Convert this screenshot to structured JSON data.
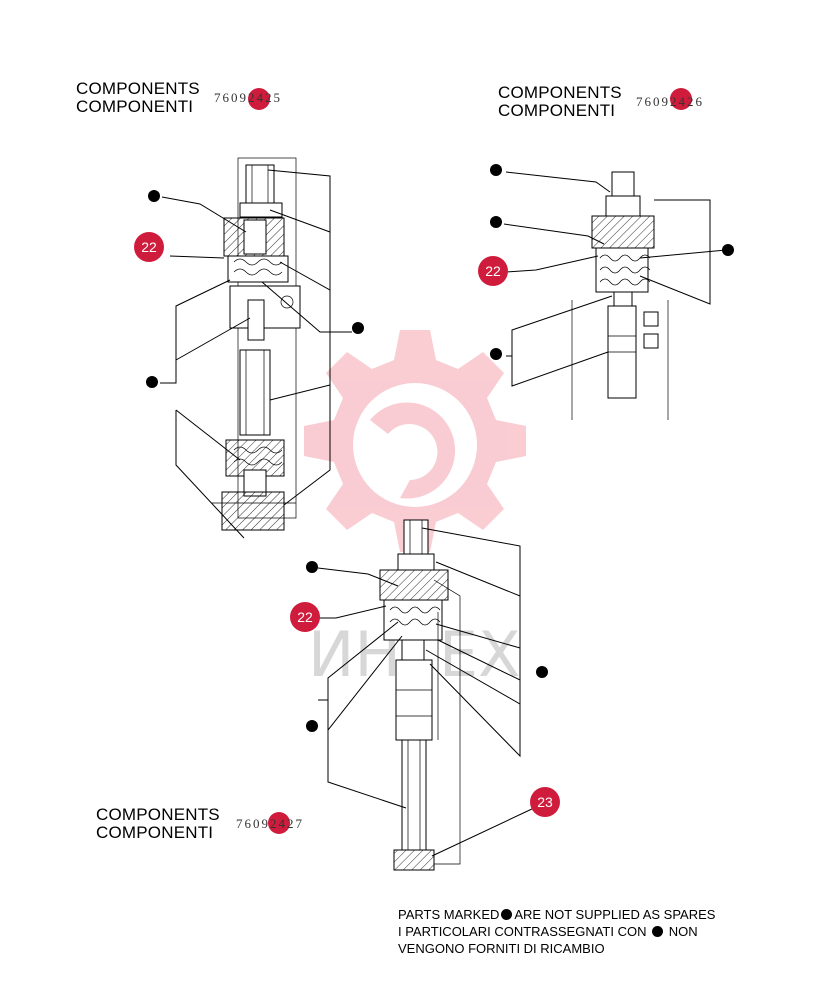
{
  "components": [
    {
      "title_en": "COMPONENTS",
      "title_it": "COMPONENTI",
      "code": "76092425"
    },
    {
      "title_en": "COMPONENTS",
      "title_it": "COMPONENTI",
      "code": "76092426"
    },
    {
      "title_en": "COMPONENTS",
      "title_it": "COMPONENTI",
      "code": "76092427"
    }
  ],
  "badges": {
    "a": "22",
    "b": "22",
    "c": "22",
    "d": "23"
  },
  "note": {
    "line1_a": "PARTS MARKED",
    "line1_b": "ARE NOT SUPPLIED AS SPARES",
    "line2_a": "I PARTICOLARI CONTRASSEGNATI CON",
    "line2_b": "NON",
    "line3": "VENGONO FORNITI DI RICAMBIO"
  },
  "watermark": {
    "text": "ИНТЕХ",
    "color": "#e84a5f"
  },
  "colors": {
    "accent": "#d01c3c"
  }
}
